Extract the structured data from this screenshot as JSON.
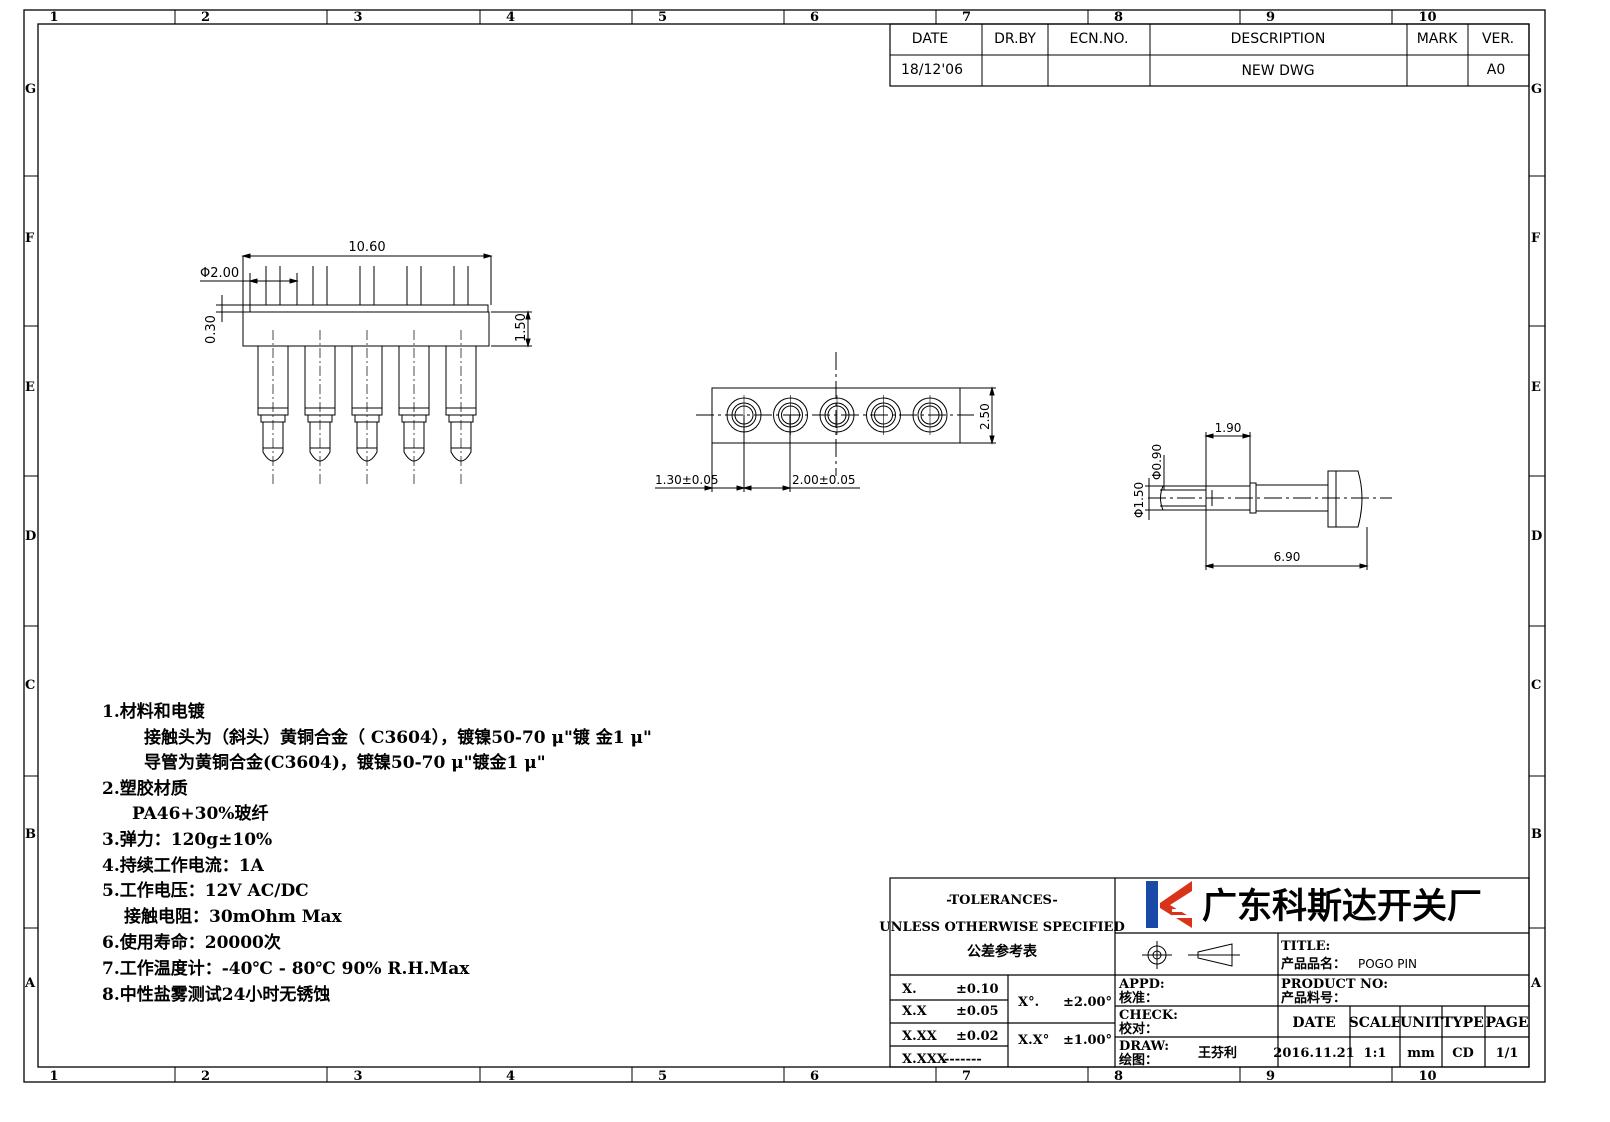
{
  "border": {
    "cols": [
      "1",
      "2",
      "3",
      "4",
      "5",
      "6",
      "7",
      "8",
      "9",
      "10"
    ],
    "rows": [
      "G",
      "F",
      "E",
      "D",
      "C",
      "B",
      "A"
    ]
  },
  "revision": {
    "headers": [
      "DATE",
      "DR.BY",
      "ECN.NO.",
      "DESCRIPTION",
      "MARK",
      "VER."
    ],
    "row": [
      "18/12'06",
      "",
      "",
      "NEW  DWG",
      "",
      "A0"
    ]
  },
  "dims": {
    "overall_width": "10.60",
    "pin_diameter": "Φ2.00",
    "shoulder": "0.30",
    "body_height": "1.50",
    "body_depth": "2.50",
    "edge_offset": "1.30±0.05",
    "pitch": "2.00±0.05",
    "tip_length": "1.90",
    "tip_diameter": "Φ0.90",
    "barrel_diameter": "Φ1.50",
    "pin_length": "6.90"
  },
  "notes": [
    "1.材料和电镀",
    "接触头为（斜头）黄铜合金（ C3604），镀镍50-70 μ\"镀 金1 μ\"",
    "导管为黄铜合金(C3604)，镀镍50-70 μ\"镀金1 μ\"",
    "2.塑胶材质",
    "PA46+30%玻纤",
    "3.弹力：120g±10%",
    "4.持续工作电流：1A",
    "5.工作电压：12V AC/DC",
    "接触电阻：30mOhm Max",
    "6.使用寿命：20000次",
    "7.工作温度计：-40℃ - 80℃  90% R.H.Max",
    "8.中性盐雾测试24小时无锈蚀"
  ],
  "title_block": {
    "tolerances_title": "-TOLERANCES-",
    "unless": "UNLESS OTHERWISE SPECIFIED",
    "table_cn": "公差参考表",
    "tol_rows": [
      {
        "k": "X.",
        "v": "±0.10"
      },
      {
        "k": "X.X",
        "v": "±0.05"
      },
      {
        "k": "X.XX",
        "v": "±0.02"
      },
      {
        "k": "X.XXX",
        "v": "-------"
      }
    ],
    "ang_rows": [
      {
        "k": "X°.",
        "v": "±2.00°"
      },
      {
        "k": "X.X°",
        "v": "±1.00°"
      }
    ],
    "company": "广东科斯达开关厂",
    "brand_color": "#1a4aa8",
    "accent_color": "#d9331a",
    "title_label": "TITLE:",
    "title_cn": "产品品名：",
    "title_value": "POGO  PIN",
    "product_no_label": "PRODUCT NO:",
    "product_no_cn": "产品料号：",
    "appd": "APPD:",
    "appd_cn": "核准：",
    "check": "CHECK:",
    "check_cn": "校对：",
    "draw": "DRAW:",
    "draw_cn": "绘图：",
    "drawer": "王芬利",
    "info_headers": [
      "DATE",
      "SCALE",
      "UNIT",
      "TYPE",
      "PAGE"
    ],
    "info_values": [
      "2016.11.21",
      "1:1",
      "mm",
      "CD",
      "1/1"
    ]
  }
}
